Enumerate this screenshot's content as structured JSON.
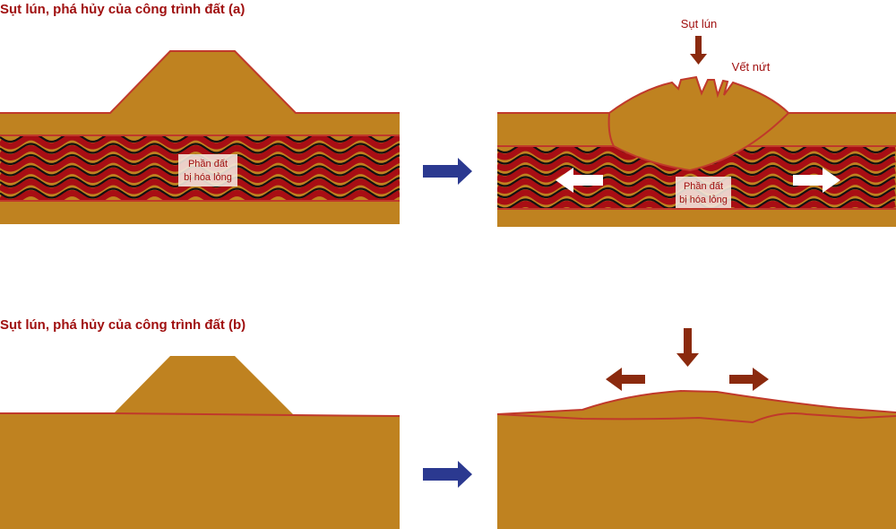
{
  "colors": {
    "soil": "#bf8220",
    "outline": "#c0392b",
    "liquefied": "#a80e14",
    "wave_dark": "#111111",
    "label_red": "#a01010",
    "label_box": "#f3e6dc",
    "process_arrow": "#2b3990",
    "force_arrow": "#8b2a0e",
    "flow_arrow": "#ffffff"
  },
  "diagram_a": {
    "title": "Sụt lún, phá hủy của công trình đất (a)",
    "before": {
      "liquefied_label": [
        "Phần đất",
        "bị hóa lỏng"
      ]
    },
    "after": {
      "liquefied_label": [
        "Phần đất",
        "bị hóa lỏng"
      ],
      "settlement_label": "Sụt lún",
      "crack_label": "Vết nứt"
    }
  },
  "diagram_b": {
    "title": "Sụt lún, phá hủy của công trình đất (b)"
  },
  "icons": {
    "process": "right-arrow-icon",
    "settlement": "down-arrow-icon",
    "lateral_flow": "horizontal-arrow-icon"
  }
}
